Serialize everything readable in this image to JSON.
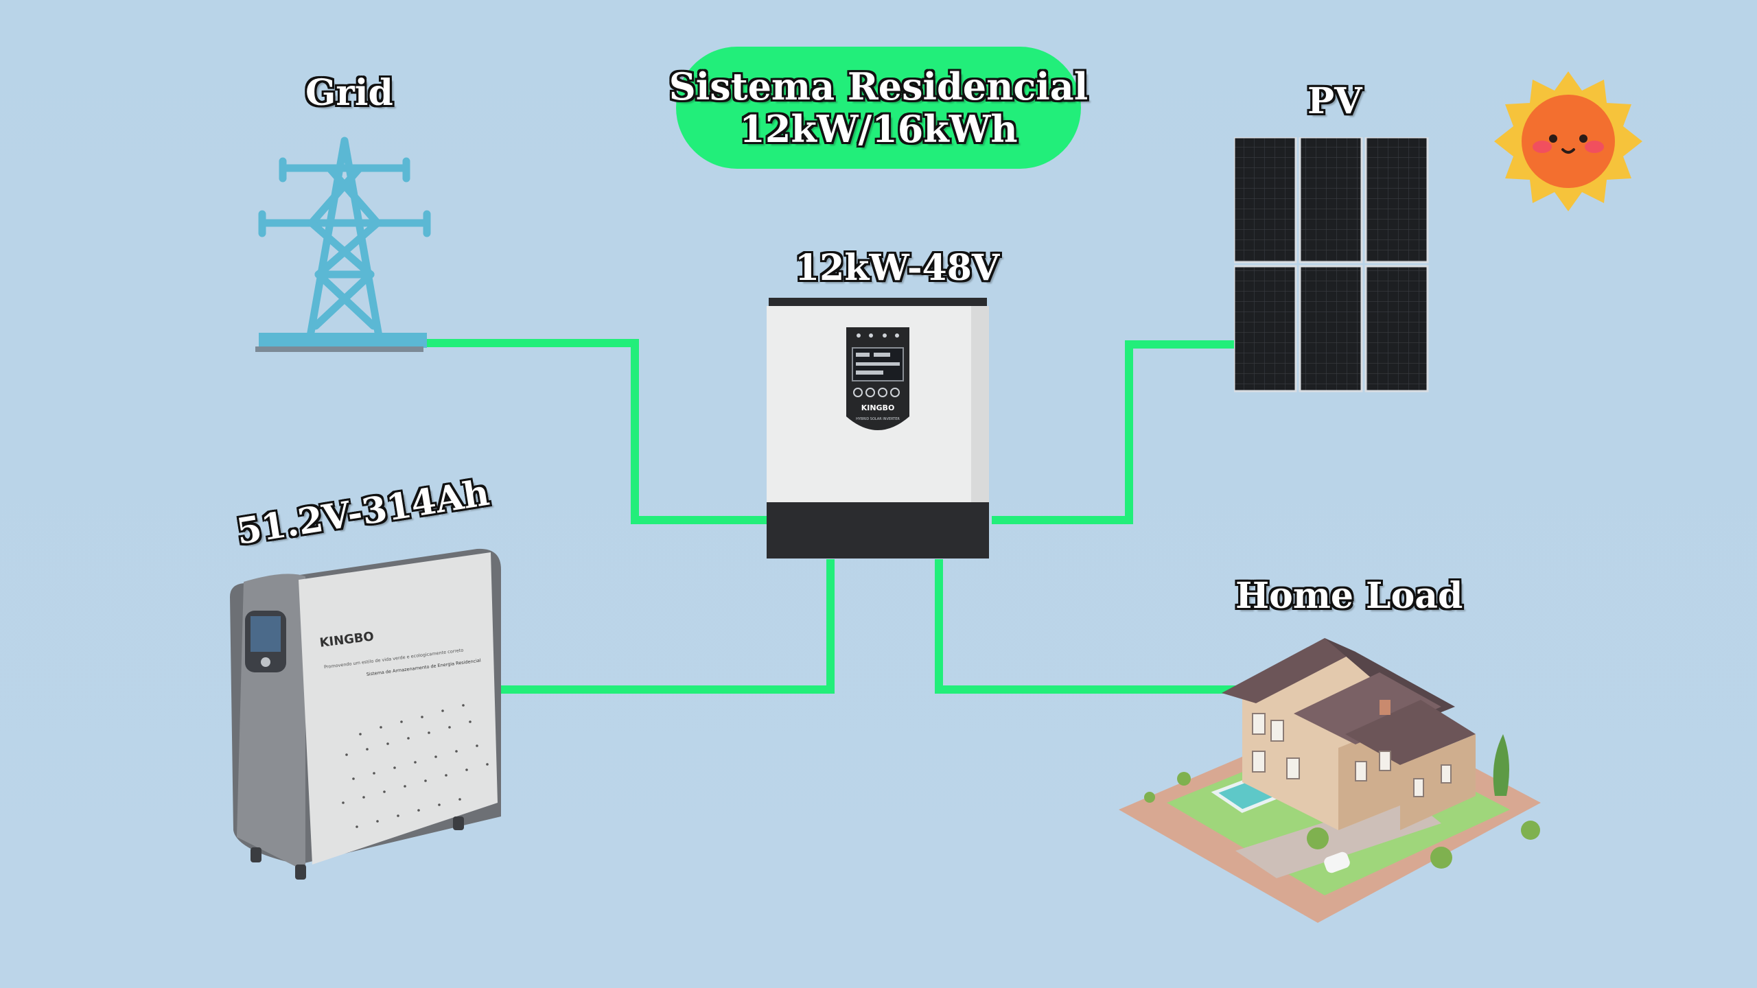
{
  "title": {
    "line1": "Sistema Residencial",
    "line2": "12kW/16kWh"
  },
  "nodes": {
    "grid": "Grid",
    "pv": "PV",
    "inverter": "12kW-48V",
    "battery": "51.2V-314Ah",
    "home_load": "Home Load"
  },
  "product_text": {
    "inverter_brand": "KINGBO",
    "inverter_model": "HYBRID SOLAR INVERTER",
    "battery_brand": "KINGBO",
    "battery_tagline": "Promovendo um estilo de vida verde e ecologicamente correto",
    "battery_system": "Sistema de Armazenamento de Energia Residencial"
  },
  "colors": {
    "background": "#b9d4e8",
    "connection": "#22ee7a",
    "title_pill": "#22ee7a",
    "tower": "#5bb8d4",
    "sun": "#f6c33b"
  },
  "icons": [
    "transmission-tower-icon",
    "solar-panel-icon",
    "sun-icon",
    "inverter-icon",
    "battery-icon",
    "house-icon"
  ]
}
